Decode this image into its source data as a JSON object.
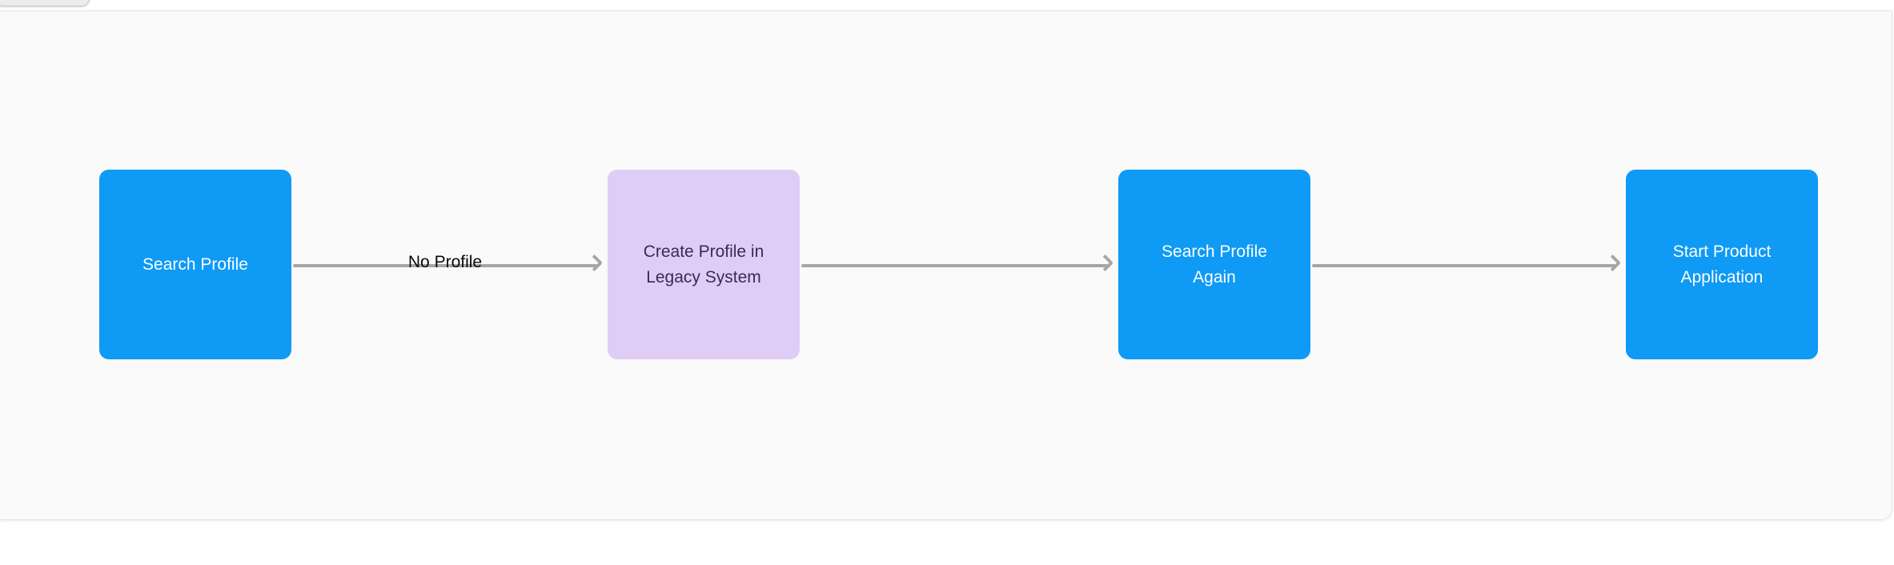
{
  "window": {
    "canvas_background": "#fafafa",
    "page_background": "#ffffff",
    "canvas_border_color": "#e2e2e2",
    "tab_color": "#ececec"
  },
  "flowchart": {
    "nodes": [
      {
        "id": "search-profile",
        "label": "Search Profile",
        "fill": "#0e9af5",
        "text_color": "#fdfeff"
      },
      {
        "id": "create-profile",
        "label": "Create Profile in Legacy System",
        "fill": "#e0cdf6",
        "text_color": "#3b2a52"
      },
      {
        "id": "search-again",
        "label": "Search Profile Again",
        "fill": "#0e9af5",
        "text_color": "#fdfeff"
      },
      {
        "id": "start-application",
        "label": "Start Product Application",
        "fill": "#0e9af5",
        "text_color": "#fdfeff"
      }
    ],
    "edges": [
      {
        "from": "search-profile",
        "to": "create-profile",
        "label": "No Profile",
        "color": "#a6a6a6"
      },
      {
        "from": "create-profile",
        "to": "search-again",
        "label": "",
        "color": "#a6a6a6"
      },
      {
        "from": "search-again",
        "to": "start-application",
        "label": "",
        "color": "#a6a6a6"
      }
    ]
  }
}
